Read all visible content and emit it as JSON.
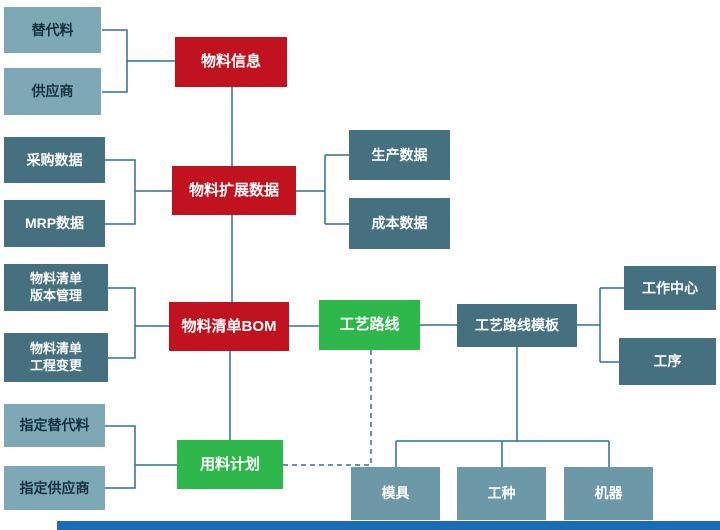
{
  "diagram_title": "",
  "colors": {
    "red": "#c1121f",
    "green": "#2eb84c",
    "dark": "#44707f",
    "light": "#7da9b7",
    "mid": "#6d98a7",
    "line": "#2e6e90",
    "bottom_bar": "#1b6cb5",
    "text_dark": "#16323f"
  },
  "nodes": {
    "substitute": {
      "label": "替代料"
    },
    "supplier": {
      "label": "供应商"
    },
    "material_info": {
      "label": "物料信息"
    },
    "purchase_data": {
      "label": "采购数据"
    },
    "mrp_data": {
      "label": "MRP数据"
    },
    "material_ext": {
      "label": "物料扩展数据"
    },
    "production_data": {
      "label": "生产数据"
    },
    "cost_data": {
      "label": "成本数据"
    },
    "bom_version": {
      "label": "物料清单\n版本管理"
    },
    "bom_change": {
      "label": "物料清单\n工程变更"
    },
    "bom": {
      "label": "物料清单BOM"
    },
    "process_route": {
      "label": "工艺路线"
    },
    "route_template": {
      "label": "工艺路线模板"
    },
    "work_center": {
      "label": "工作中心"
    },
    "operation": {
      "label": "工序"
    },
    "designated_substitute": {
      "label": "指定替代料"
    },
    "designated_supplier": {
      "label": "指定供应商"
    },
    "material_plan": {
      "label": "用料计划"
    },
    "mold": {
      "label": "模具"
    },
    "work_type": {
      "label": "工种"
    },
    "machine": {
      "label": "机器"
    }
  }
}
